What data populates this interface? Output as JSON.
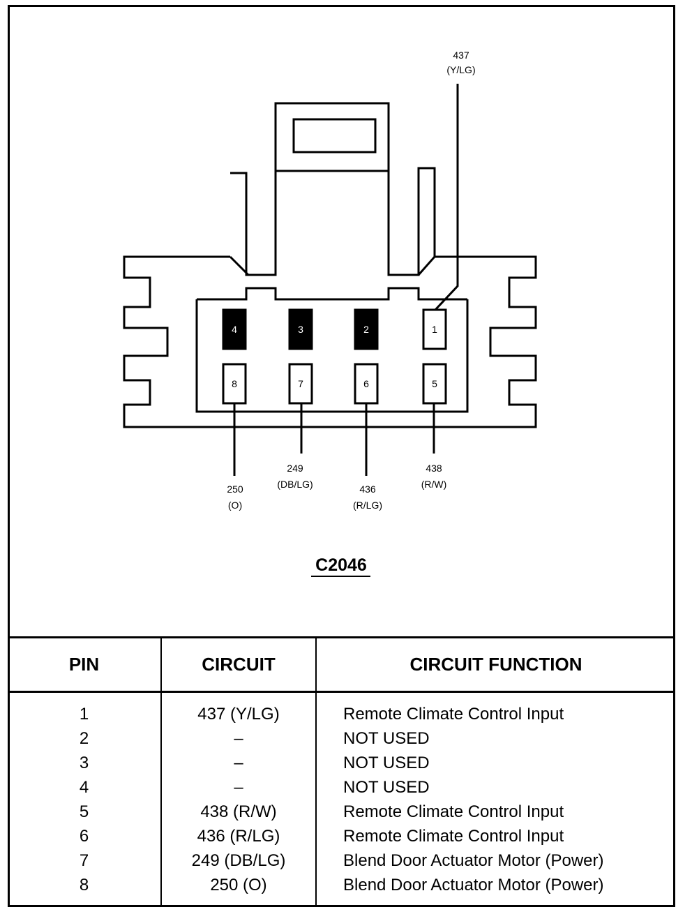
{
  "diagram": {
    "connector_id": "C2046",
    "top_pins": [
      "4",
      "3",
      "2",
      "1"
    ],
    "bottom_pins": [
      "8",
      "7",
      "6",
      "5"
    ],
    "wire_labels": {
      "p1": [
        "437",
        "(Y/LG)"
      ],
      "p8": [
        "250",
        "(O)"
      ],
      "p7": [
        "249",
        "(DB/LG)"
      ],
      "p6": [
        "436",
        "(R/LG)"
      ],
      "p5": [
        "438",
        "(R/W)"
      ]
    },
    "colors": {
      "ink": "#000000",
      "paper": "#ffffff"
    }
  },
  "table": {
    "headers": [
      "PIN",
      "CIRCUIT",
      "CIRCUIT FUNCTION"
    ],
    "rows": [
      {
        "pin": "1",
        "circuit": "437 (Y/LG)",
        "function": "Remote Climate Control Input"
      },
      {
        "pin": "2",
        "circuit": "–",
        "function": "NOT USED"
      },
      {
        "pin": "3",
        "circuit": "–",
        "function": "NOT USED"
      },
      {
        "pin": "4",
        "circuit": "–",
        "function": "NOT USED"
      },
      {
        "pin": "5",
        "circuit": "438 (R/W)",
        "function": "Remote Climate Control Input"
      },
      {
        "pin": "6",
        "circuit": "436 (R/LG)",
        "function": "Remote Climate Control Input"
      },
      {
        "pin": "7",
        "circuit": "249 (DB/LG)",
        "function": "Blend Door Actuator Motor (Power)"
      },
      {
        "pin": "8",
        "circuit": "250 (O)",
        "function": "Blend Door Actuator Motor (Power)"
      }
    ]
  }
}
